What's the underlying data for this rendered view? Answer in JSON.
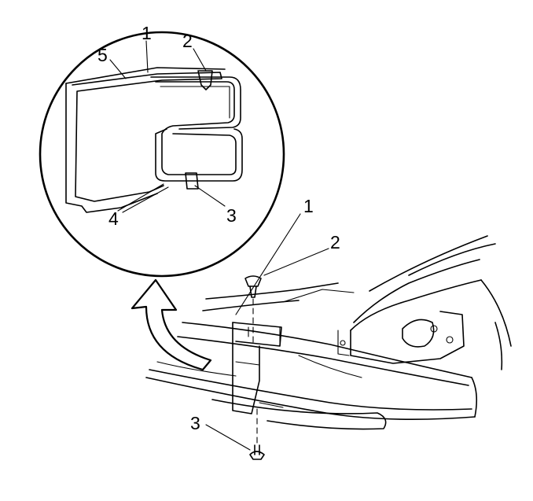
{
  "callouts": {
    "detail_1": "1",
    "detail_2": "2",
    "detail_3": "3",
    "detail_4": "4",
    "detail_5": "5",
    "main_1": "1",
    "main_2": "2",
    "main_3": "3"
  },
  "colors": {
    "stroke": "#000000",
    "background": "#ffffff"
  }
}
